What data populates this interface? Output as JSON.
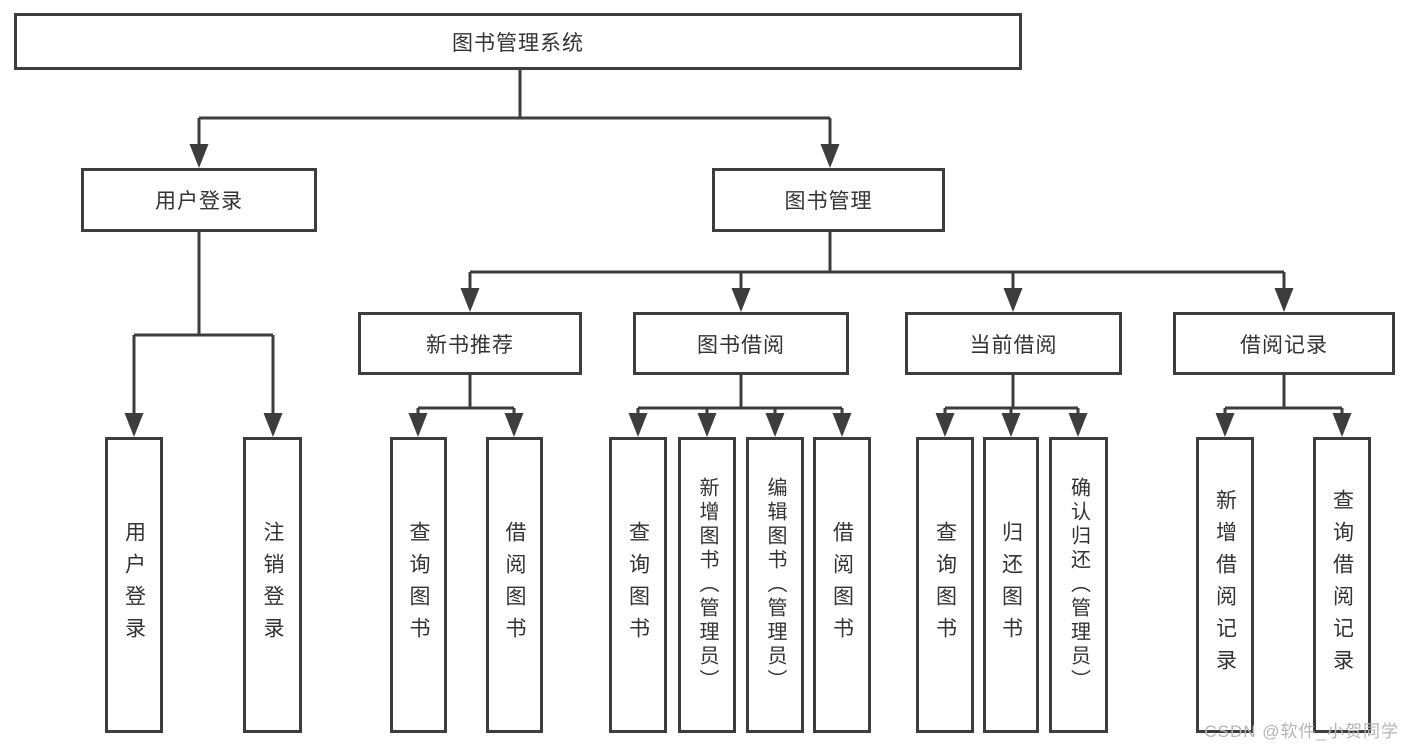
{
  "nodes": {
    "root": {
      "label": "图书管理系统"
    },
    "level2": [
      {
        "label": "用户登录"
      },
      {
        "label": "图书管理"
      }
    ],
    "level3": [
      {
        "label": "新书推荐",
        "parent": "图书管理"
      },
      {
        "label": "图书借阅",
        "parent": "图书管理"
      },
      {
        "label": "当前借阅",
        "parent": "图书管理"
      },
      {
        "label": "借阅记录",
        "parent": "图书管理"
      }
    ],
    "leaves": [
      {
        "label": "用户登录",
        "parent": "用户登录"
      },
      {
        "label": "注销登录",
        "parent": "用户登录"
      },
      {
        "label": "查询图书",
        "parent": "新书推荐"
      },
      {
        "label": "借阅图书",
        "parent": "新书推荐"
      },
      {
        "label": "查询图书",
        "parent": "图书借阅"
      },
      {
        "label": "新增图书（管理员）",
        "parent": "图书借阅"
      },
      {
        "label": "编辑图书（管理员）",
        "parent": "图书借阅"
      },
      {
        "label": "借阅图书",
        "parent": "图书借阅"
      },
      {
        "label": "查询图书",
        "parent": "当前借阅"
      },
      {
        "label": "归还图书",
        "parent": "当前借阅"
      },
      {
        "label": "确认归还（管理员）",
        "parent": "当前借阅"
      },
      {
        "label": "新增借阅记录",
        "parent": "借阅记录"
      },
      {
        "label": "查询借阅记录",
        "parent": "借阅记录"
      }
    ]
  },
  "watermark": {
    "text": "CSDN @软件_小贺同学"
  },
  "colors": {
    "line": "#3d3d3d",
    "text": "#333333",
    "box_fill": "#ffffff",
    "watermark": "#b5b5b5",
    "background": "#ffffff"
  }
}
